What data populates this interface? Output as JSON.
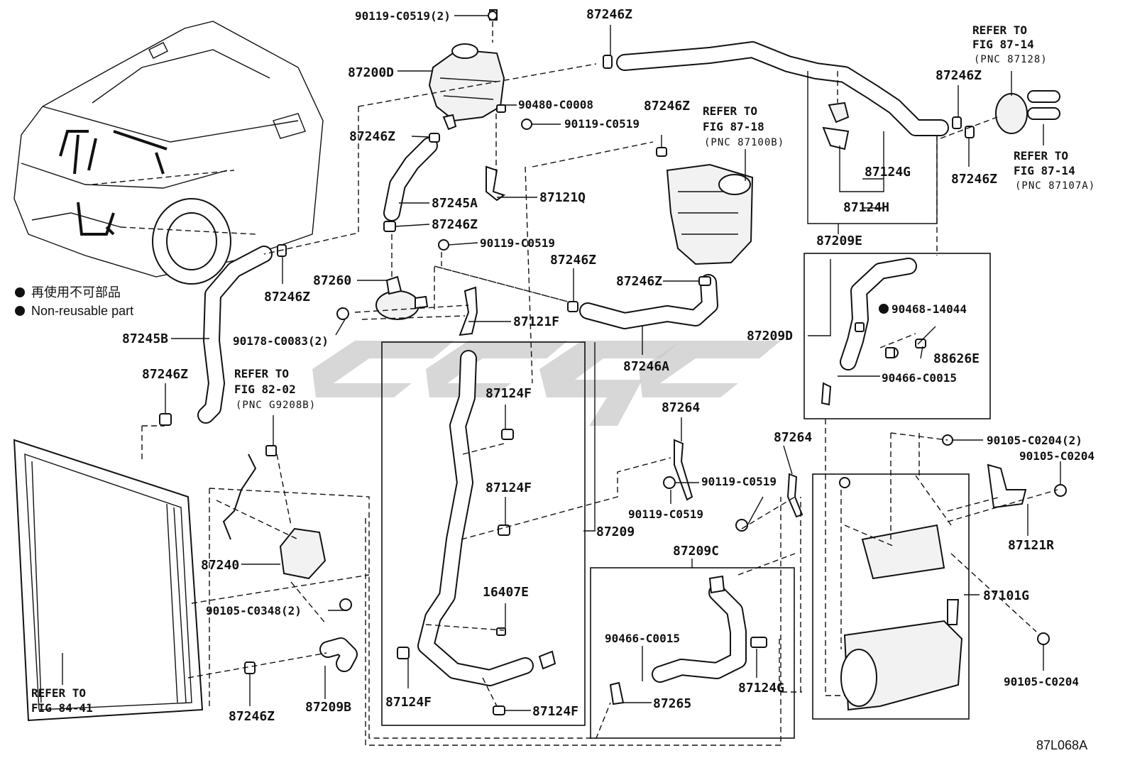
{
  "diagram": {
    "legend": {
      "cn": "再使用不可部品",
      "en": "Non-reusable part"
    },
    "code": "87L068A",
    "refs": {
      "r8714a": [
        "REFER TO",
        "FIG 87-14",
        "(PNC 87128)"
      ],
      "r8718": [
        "REFER TO",
        "FIG 87-18",
        "(PNC 87100B)"
      ],
      "r8714b": [
        "REFER TO",
        "FIG 87-14",
        "(PNC 87107A)"
      ],
      "r8202": [
        "REFER TO",
        "FIG 82-02",
        "(PNC G9208B)"
      ],
      "r8441": [
        "REFER TO",
        "FIG 84-41"
      ]
    },
    "labels": {
      "p90119_2": "90119-C0519(2)",
      "p87246z_top": "87246Z",
      "p87200d": "87200D",
      "p90480": "90480-C0008",
      "p90119_a": "90119-C0519",
      "p87246z_b": "87246Z",
      "p87245a": "87245A",
      "p87246z_c": "87246Z",
      "p87121q": "87121Q",
      "p90119_b": "90119-C0519",
      "p87246z_d": "87246Z",
      "p87246z_e": "87246Z",
      "p87260": "87260",
      "p87246z_f": "87246Z",
      "p90178": "90178-C0083(2)",
      "p87121f": "87121F",
      "p87245b": "87245B",
      "p87246z_g": "87246Z",
      "p87246z_h": "87246Z",
      "p87246z_r1": "87246Z",
      "p87246z_r2": "87246Z",
      "p87124g": "87124G",
      "p87124h": "87124H",
      "p87209e": "87209E",
      "p87246a": "87246A",
      "p87209d": "87209D",
      "p90468": "90468-14044",
      "p88626e": "88626E",
      "p90466_a": "90466-C0015",
      "p87124f_a": "87124F",
      "p87124f_b": "87124F",
      "p16407e": "16407E",
      "p87124f_c": "87124F",
      "p87124f_d": "87124F",
      "p87209": "87209",
      "p87264_a": "87264",
      "p87264_b": "87264",
      "p90119_c": "90119-C0519",
      "p90119_d": "90119-C0519",
      "p87209c": "87209C",
      "p90466_b": "90466-C0015",
      "p87265": "87265",
      "p87124g_b": "87124G",
      "p87240": "87240",
      "p90105_348": "90105-C0348(2)",
      "p87246z_bot": "87246Z",
      "p87209b": "87209B",
      "p90105_204_2": "90105-C0204(2)",
      "p90105_204_a": "90105-C0204",
      "p87121r": "87121R",
      "p87101g": "87101G",
      "p90105_204_b": "90105-C0204"
    }
  }
}
